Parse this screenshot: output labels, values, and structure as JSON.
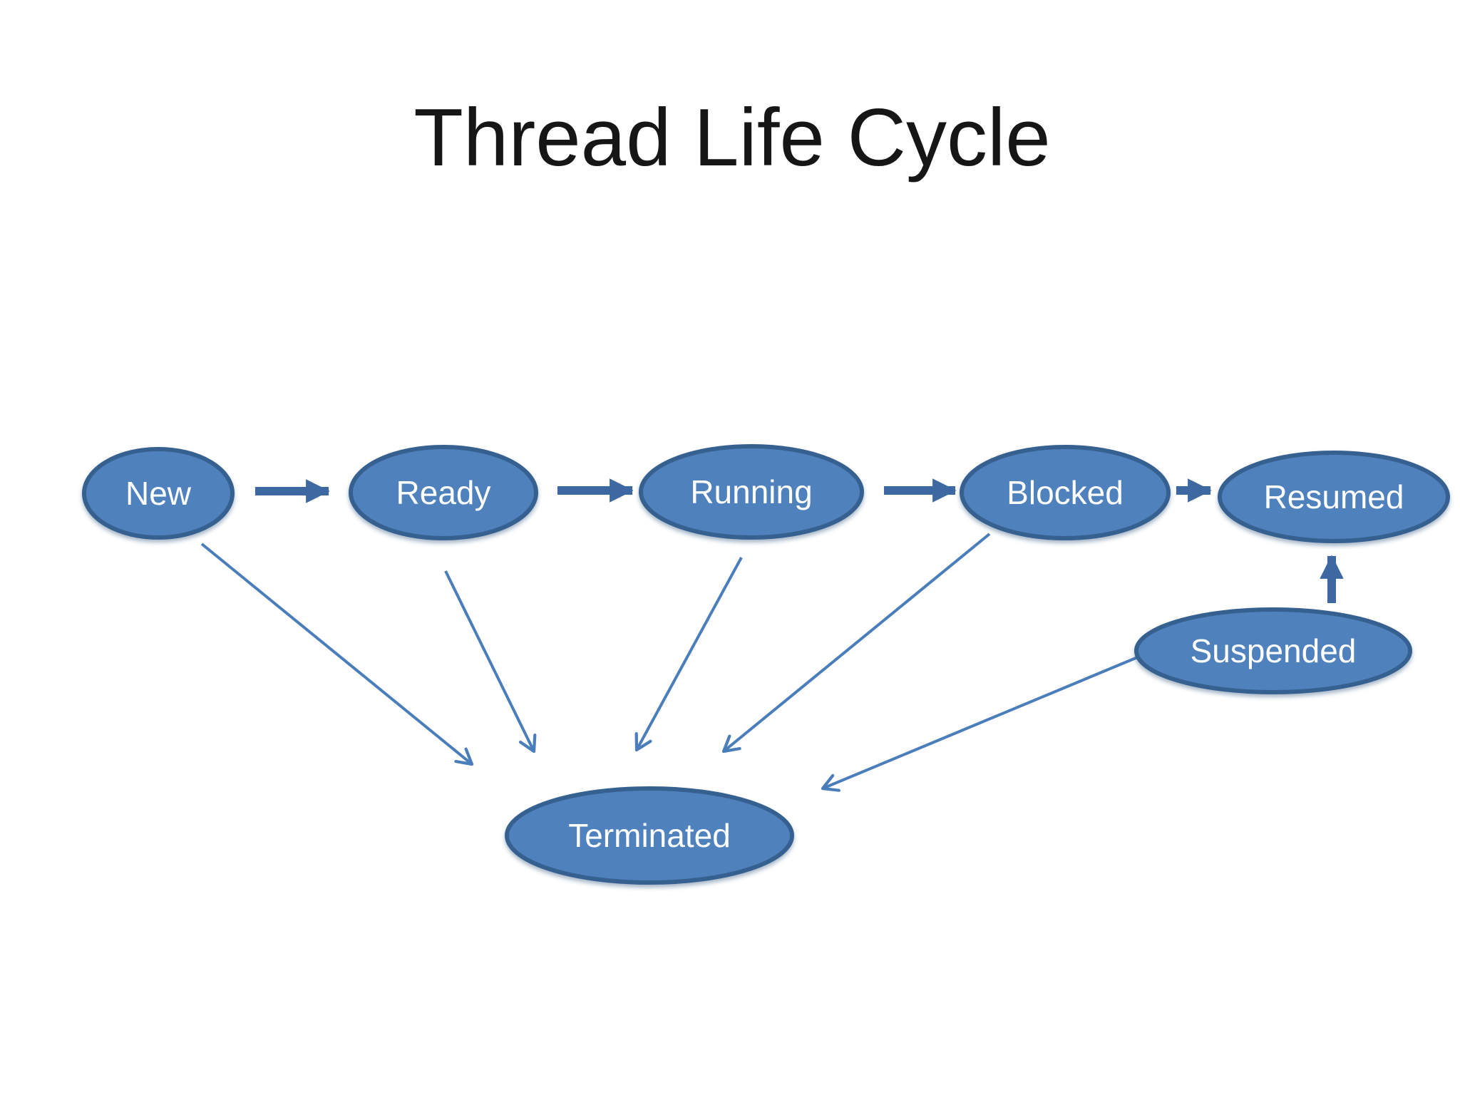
{
  "title": "Thread Life Cycle",
  "colors": {
    "background": "#ffffff",
    "title_text": "#161616",
    "node_fill": "#4f81bd",
    "node_border": "#36618f",
    "node_text": "#ffffff",
    "thick_arrow": "#3d68a2",
    "thin_arrow": "#4a7ebb"
  },
  "diagram": {
    "type": "state-flow-diagram",
    "nodes": [
      {
        "id": "new",
        "label": "New"
      },
      {
        "id": "ready",
        "label": "Ready"
      },
      {
        "id": "running",
        "label": "Running"
      },
      {
        "id": "blocked",
        "label": "Blocked"
      },
      {
        "id": "resumed",
        "label": "Resumed"
      },
      {
        "id": "suspended",
        "label": "Suspended"
      },
      {
        "id": "terminated",
        "label": "Terminated"
      }
    ],
    "edges": [
      {
        "from": "New",
        "to": "Ready",
        "style": "thick-block-arrow"
      },
      {
        "from": "Ready",
        "to": "Running",
        "style": "thick-block-arrow"
      },
      {
        "from": "Running",
        "to": "Blocked",
        "style": "thick-block-arrow"
      },
      {
        "from": "Blocked",
        "to": "Resumed",
        "style": "thick-block-arrow"
      },
      {
        "from": "Suspended",
        "to": "Resumed",
        "style": "thick-block-arrow"
      },
      {
        "from": "New",
        "to": "Terminated",
        "style": "thin-arrow"
      },
      {
        "from": "Ready",
        "to": "Terminated",
        "style": "thin-arrow"
      },
      {
        "from": "Running",
        "to": "Terminated",
        "style": "thin-arrow"
      },
      {
        "from": "Blocked",
        "to": "Terminated",
        "style": "thin-arrow"
      },
      {
        "from": "Suspended",
        "to": "Terminated",
        "style": "thin-arrow"
      }
    ]
  }
}
